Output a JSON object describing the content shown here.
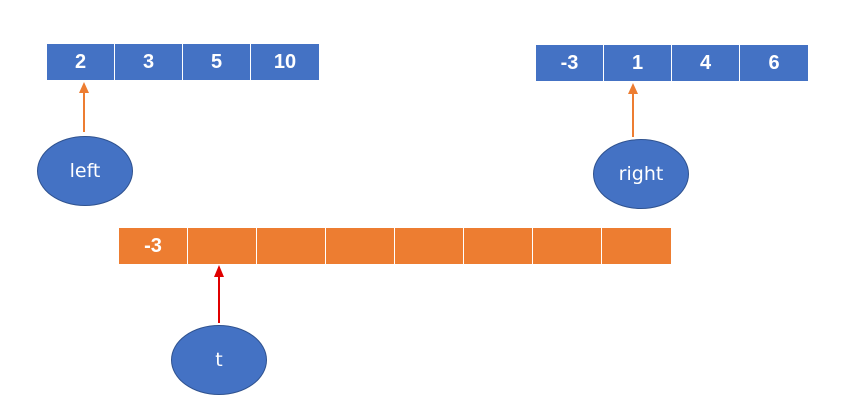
{
  "arrays": {
    "left": [
      "2",
      "3",
      "5",
      "10"
    ],
    "right": [
      "-3",
      "1",
      "4",
      "6"
    ],
    "t": [
      "-3",
      "",
      "",
      "",
      "",
      "",
      "",
      ""
    ]
  },
  "pointers": {
    "left": "left",
    "right": "right",
    "t": "t"
  },
  "colors": {
    "array_blue": "#4472c4",
    "array_orange": "#ed7d31",
    "pointer_fill": "#4472c4",
    "arrow_orange": "#ed7d31",
    "arrow_red": "#e00000"
  }
}
